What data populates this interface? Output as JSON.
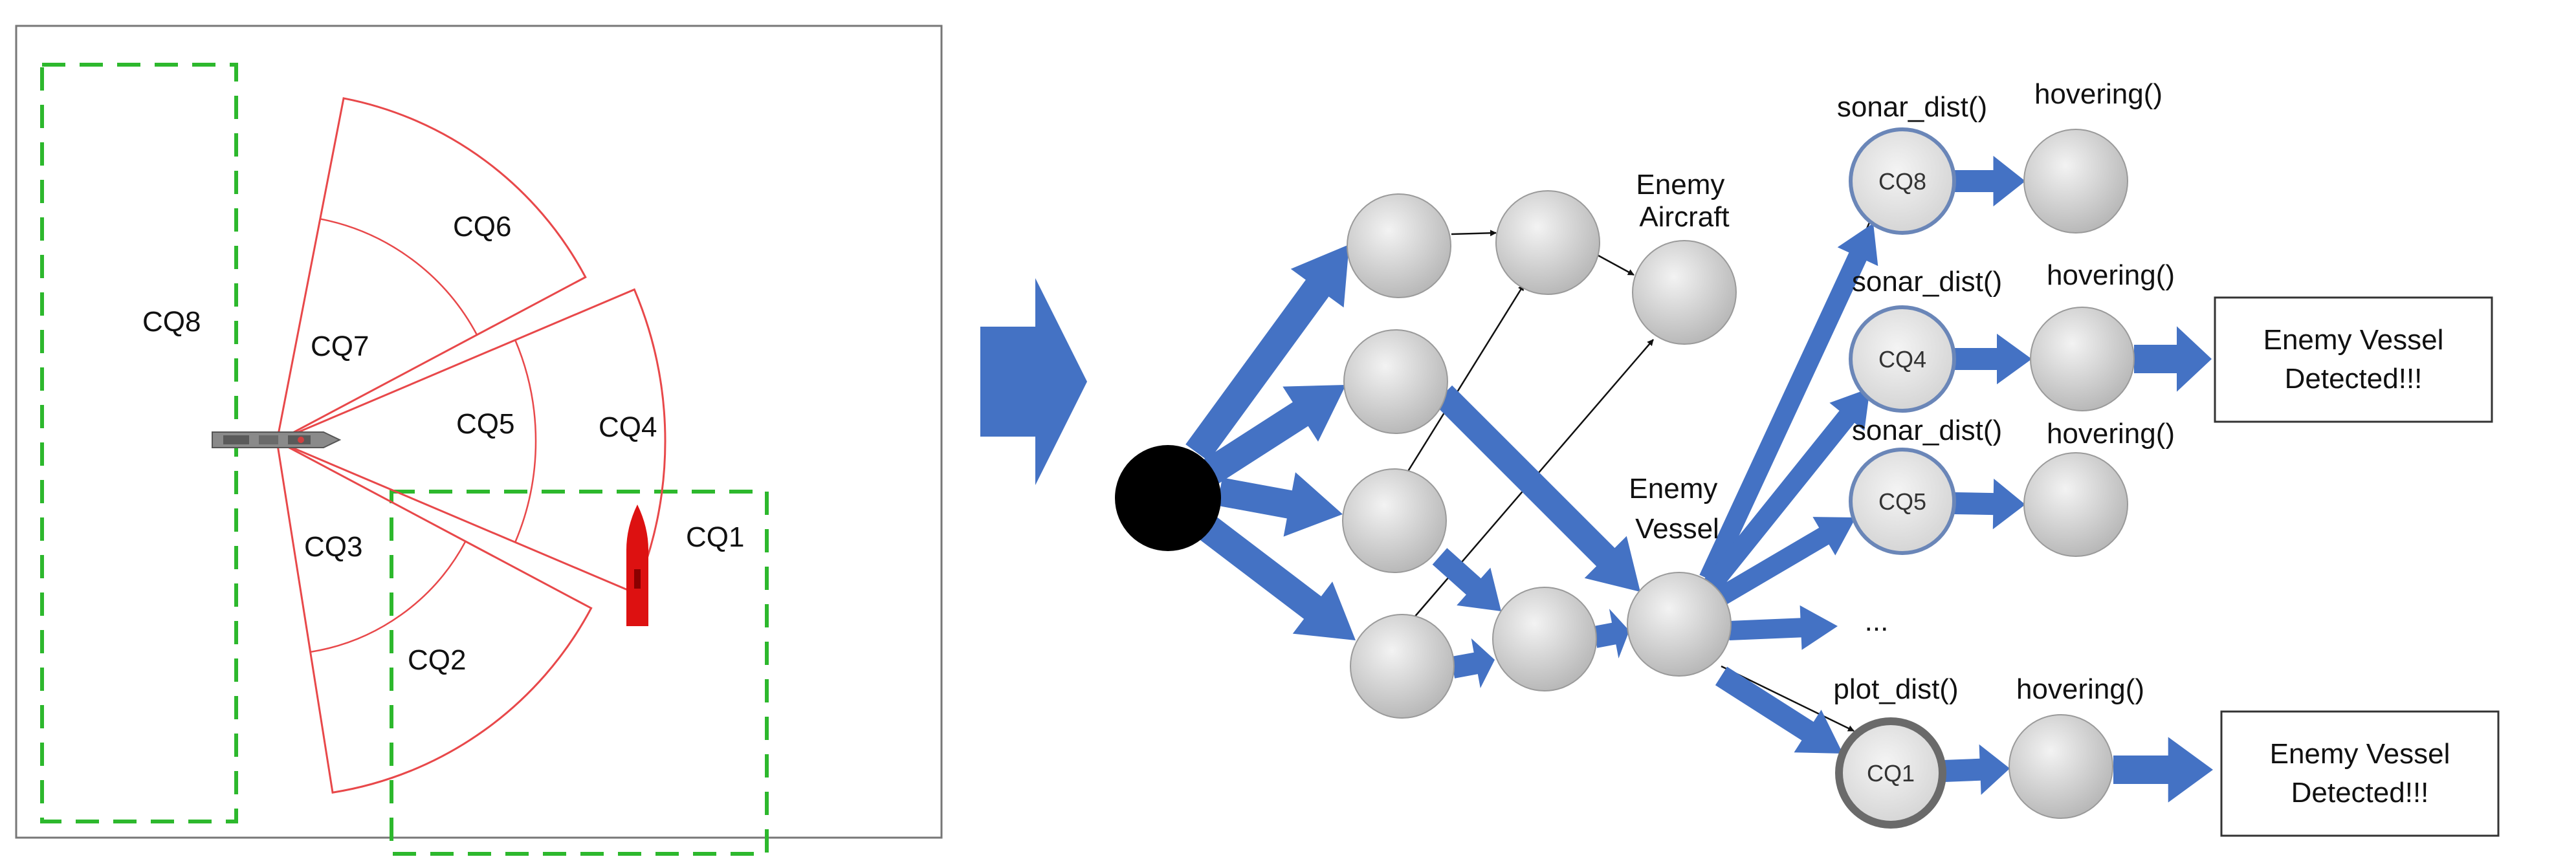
{
  "left_map": {
    "zones": {
      "cq8": "CQ8",
      "cq7": "CQ7",
      "cq6": "CQ6",
      "cq5": "CQ5",
      "cq4": "CQ4",
      "cq3": "CQ3",
      "cq2": "CQ2",
      "cq1": "CQ1"
    }
  },
  "graph": {
    "labels": {
      "enemy_aircraft_line1": "Enemy",
      "enemy_aircraft_line2": "Aircraft",
      "enemy_vessel_line1": "Enemy",
      "enemy_vessel_line2": "Vessel",
      "sonar_dist_1": "sonar_dist()",
      "sonar_dist_2": "sonar_dist()",
      "sonar_dist_3": "sonar_dist()",
      "plot_dist": "plot_dist()",
      "hovering_1": "hovering()",
      "hovering_2": "hovering()",
      "hovering_3": "hovering()",
      "hovering_4": "hovering()",
      "ellipsis": "...",
      "node_cq8": "CQ8",
      "node_cq4": "CQ4",
      "node_cq5": "CQ5",
      "node_cq1": "CQ1"
    },
    "result_boxes": [
      {
        "line1": "Enemy Vessel",
        "line2": "Detected!!!"
      },
      {
        "line1": "Enemy Vessel",
        "line2": "Detected!!!"
      }
    ]
  },
  "colors": {
    "sector_stroke": "#e8484a",
    "dashed_zone": "#2db82d",
    "arrow_blue": "#4472c4",
    "node_fill_light": "#eaeaea",
    "node_fill_dark": "#b8b8b8",
    "start_node": "#000000",
    "vessel_red": "#dd1111"
  }
}
